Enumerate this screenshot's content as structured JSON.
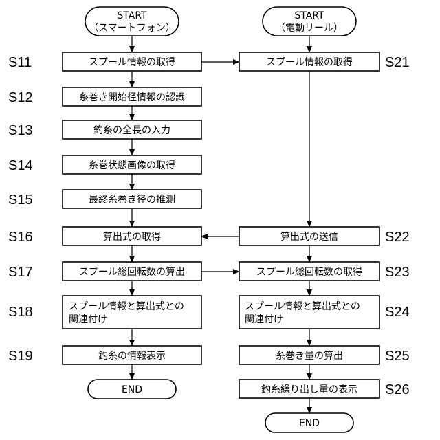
{
  "smartphone": {
    "start": [
      "START",
      "（スマートフォン）"
    ],
    "steps": {
      "s11": {
        "id": "S11",
        "text": [
          "スプール情報の取得"
        ]
      },
      "s12": {
        "id": "S12",
        "text": [
          "糸巻き開始径情報の認識"
        ]
      },
      "s13": {
        "id": "S13",
        "text": [
          "釣糸の全長の入力"
        ]
      },
      "s14": {
        "id": "S14",
        "text": [
          "糸巻状態画像の取得"
        ]
      },
      "s15": {
        "id": "S15",
        "text": [
          "最終糸巻き径の推測"
        ]
      },
      "s16": {
        "id": "S16",
        "text": [
          "算出式の取得"
        ]
      },
      "s17": {
        "id": "S17",
        "text": [
          "スプール総回転数の算出"
        ]
      },
      "s18": {
        "id": "S18",
        "text": [
          "スプール情報と算出式との",
          "関連付け"
        ]
      },
      "s19": {
        "id": "S19",
        "text": [
          "釣糸の情報表示"
        ]
      }
    },
    "end": "END"
  },
  "reel": {
    "start": [
      "START",
      "（電動リール）"
    ],
    "steps": {
      "s21": {
        "id": "S21",
        "text": [
          "スプール情報の取得"
        ]
      },
      "s22": {
        "id": "S22",
        "text": [
          "算出式の送信"
        ]
      },
      "s23": {
        "id": "S23",
        "text": [
          "スプール総回転数の取得"
        ]
      },
      "s24": {
        "id": "S24",
        "text": [
          "スプール情報と算出式との",
          "関連付け"
        ]
      },
      "s25": {
        "id": "S25",
        "text": [
          "糸巻き量の算出"
        ]
      },
      "s26": {
        "id": "S26",
        "text": [
          "釣糸繰り出し量の表示"
        ]
      }
    },
    "end": "END"
  }
}
